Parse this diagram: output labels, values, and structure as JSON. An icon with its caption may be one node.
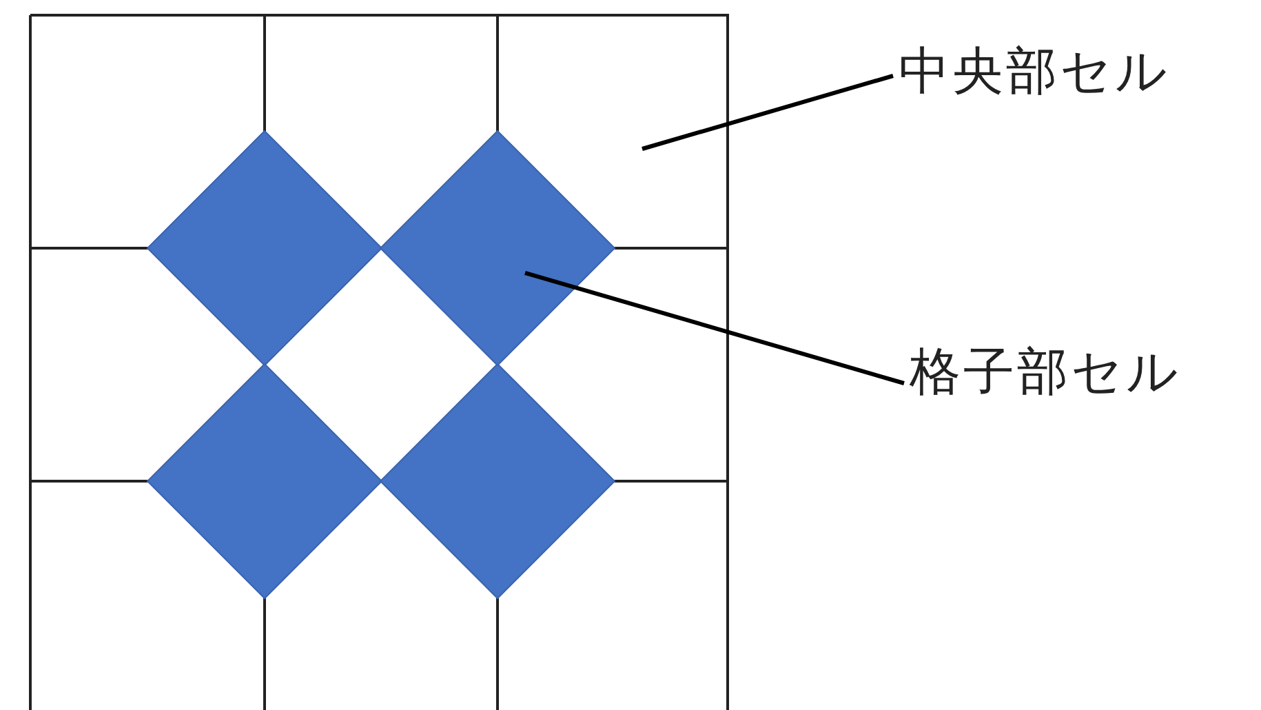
{
  "diagram": {
    "nodes": [
      {
        "text": [
          "中央部セル"
        ]
      },
      {
        "text": [
          "格子部セル"
        ]
      },
      {
        "text": [],
        "shape": "box"
      },
      {
        "text": [],
        "shape": "diamond"
      }
    ],
    "edges": [
      {
        "from": 0,
        "to": 2,
        "arrow": "none"
      },
      {
        "from": 1,
        "to": 3,
        "arrow": "none"
      }
    ]
  }
}
